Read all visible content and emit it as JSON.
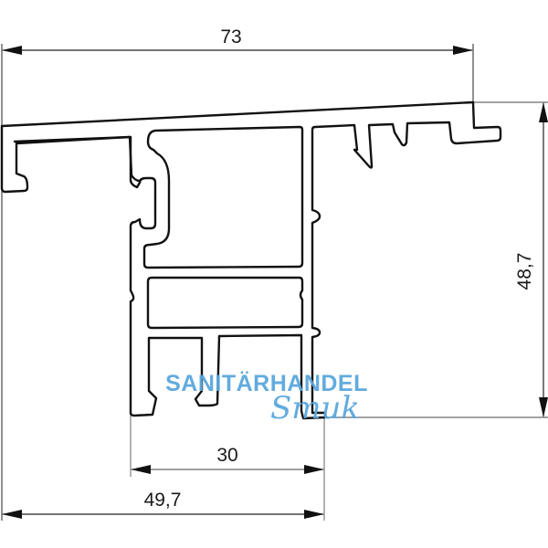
{
  "diagram": {
    "type": "technical-profile-cross-section",
    "line_color": "#111111",
    "dimension_line_color": "#222222",
    "background": "#ffffff"
  },
  "dimensions": {
    "overall_width": {
      "label": "73",
      "orientation": "horizontal",
      "position": "top"
    },
    "height": {
      "label": "48,7",
      "orientation": "vertical",
      "position": "right"
    },
    "inner_width": {
      "label": "30",
      "orientation": "horizontal",
      "position": "bottom"
    },
    "base_width": {
      "label": "49,7",
      "orientation": "horizontal",
      "position": "bottom"
    }
  },
  "watermark": {
    "line1": "SANITÄRHANDEL",
    "line2": "Smuk",
    "color": "#5aa7dd"
  }
}
